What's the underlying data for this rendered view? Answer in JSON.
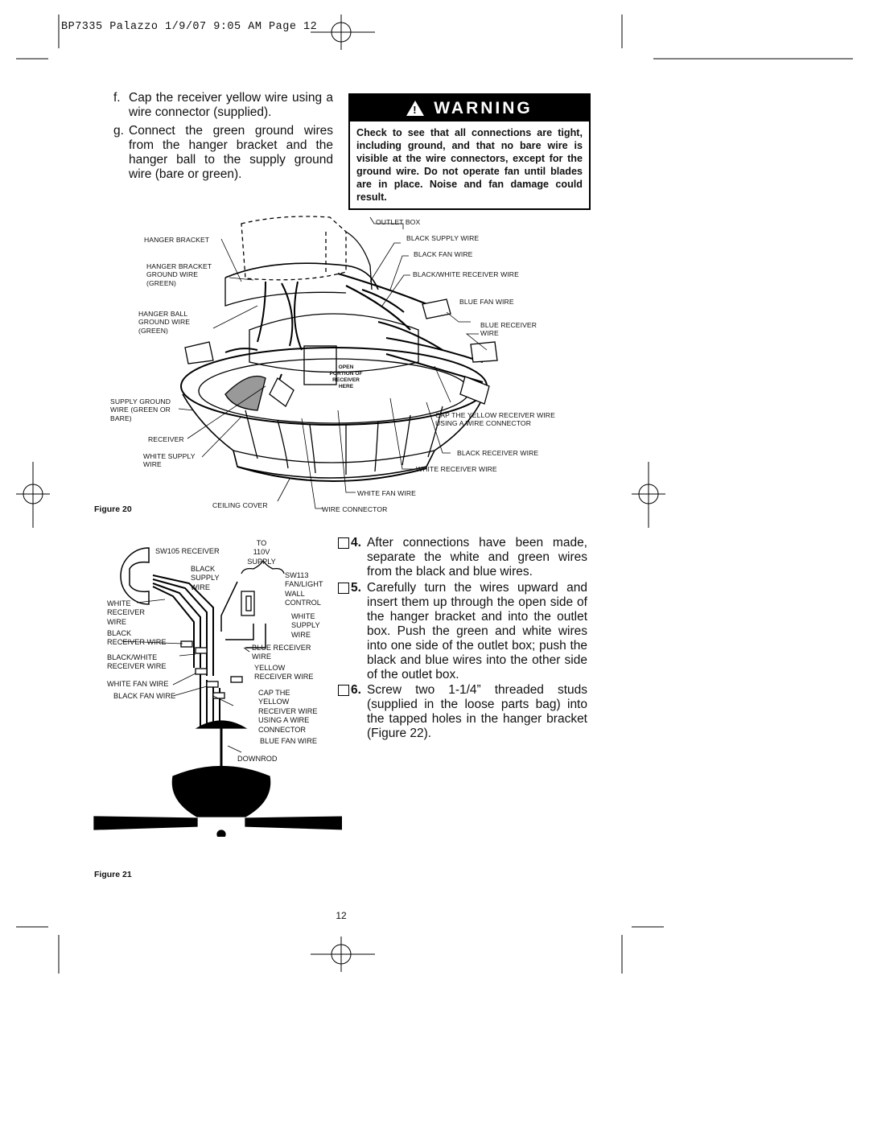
{
  "header": {
    "slug": "BP7335 Palazzo  1/9/07  9:05 AM  Page 12"
  },
  "steps_top": [
    {
      "label": "f.",
      "text": "Cap the receiver yellow wire using a wire connector (supplied)."
    },
    {
      "label": "g.",
      "text": "Connect the green ground wires from the hanger bracket and the hanger ball to the supply ground wire (bare or green)."
    }
  ],
  "warning": {
    "symbol": "!",
    "title": "WARNING",
    "body": "Check to see that all connections are tight, including ground, and that no bare wire is visible at the wire connectors, except for the ground wire. Do not operate fan until blades are in place. Noise and fan damage could result."
  },
  "figure20": {
    "caption": "Figure 20",
    "labels": {
      "outlet_box": "OUTLET BOX",
      "black_supply_wire": "BLACK SUPPLY WIRE",
      "black_fan_wire": "BLACK FAN WIRE",
      "bw_receiver_wire": "BLACK/WHITE RECEIVER WIRE",
      "blue_fan_wire": "BLUE FAN WIRE",
      "blue_receiver_wire_1": "BLUE RECEIVER",
      "blue_receiver_wire_2": "WIRE",
      "hanger_bracket": "HANGER BRACKET",
      "hb_ground_1": "HANGER BRACKET",
      "hb_ground_2": "GROUND WIRE",
      "hb_ground_3": "(GREEN)",
      "hball_1": "HANGER BALL",
      "hball_2": "GROUND WIRE",
      "hball_3": "(GREEN)",
      "open_1": "OPEN",
      "open_2": "PORTION OF",
      "open_3": "RECEIVER",
      "open_4": "HERE",
      "supply_ground_1": "SUPPLY GROUND",
      "supply_ground_2": "WIRE (GREEN OR",
      "supply_ground_3": "BARE)",
      "cap_yellow_1": "CAP THE YELLOW RECEIVER WIRE",
      "cap_yellow_2": "USING A WIRE CONNECTOR",
      "receiver": "RECEIVER",
      "black_receiver_wire": "BLACK RECEIVER WIRE",
      "white_supply_1": "WHITE SUPPLY",
      "white_supply_2": "WIRE",
      "white_receiver_wire": "WHITE RECEIVER WIRE",
      "white_fan_wire": "WHITE FAN WIRE",
      "ceiling_cover": "CEILING COVER",
      "wire_connector": "WIRE CONNECTOR"
    }
  },
  "figure21": {
    "caption": "Figure 21",
    "labels": {
      "sw105": "SW105 RECEIVER",
      "to": "TO",
      "v110": "110V",
      "supply": "SUPPLY",
      "black_supply_1": "BLACK",
      "black_supply_2": "SUPPLY",
      "black_supply_3": "WIRE",
      "sw113_1": "SW113",
      "sw113_2": "FAN/LIGHT",
      "sw113_3": "WALL",
      "sw113_4": "CONTROL",
      "white_rec_1": "WHITE",
      "white_rec_2": "RECEIVER",
      "white_rec_3": "WIRE",
      "white_sup_1": "WHITE",
      "white_sup_2": "SUPPLY",
      "white_sup_3": "WIRE",
      "black_rec_1": "BLACK",
      "black_rec_2": "RECEIVER WIRE",
      "blue_rec_1": "BLUE RECEIVER",
      "blue_rec_2": "WIRE",
      "bw_rec_1": "BLACK/WHITE",
      "bw_rec_2": "RECEIVER WIRE",
      "yellow_1": "YELLOW",
      "yellow_2": "RECEIVER WIRE",
      "white_fan": "WHITE FAN WIRE",
      "black_fan": "BLACK FAN WIRE",
      "cap_1": "CAP THE",
      "cap_2": "YELLOW",
      "cap_3": "RECEIVER WIRE",
      "cap_4": "USING A WIRE",
      "cap_5": "CONNECTOR",
      "blue_fan": "BLUE FAN WIRE",
      "downrod": "DOWNROD"
    }
  },
  "steps_numbered": [
    {
      "num": "4.",
      "text": "After connections have been made, separate the white and green wires from the black and blue wires."
    },
    {
      "num": "5.",
      "text": "Carefully turn the wires upward and insert them up through the open side of the hanger bracket and into the outlet box. Push the green and white wires into one side of the outlet box; push the black and blue wires into the other side of the outlet box."
    },
    {
      "num": "6.",
      "text": "Screw two 1-1/4” threaded studs (supplied in the loose parts bag) into the tapped holes in the hanger bracket (Figure 22)."
    }
  ],
  "footer": {
    "page_number": "12"
  }
}
